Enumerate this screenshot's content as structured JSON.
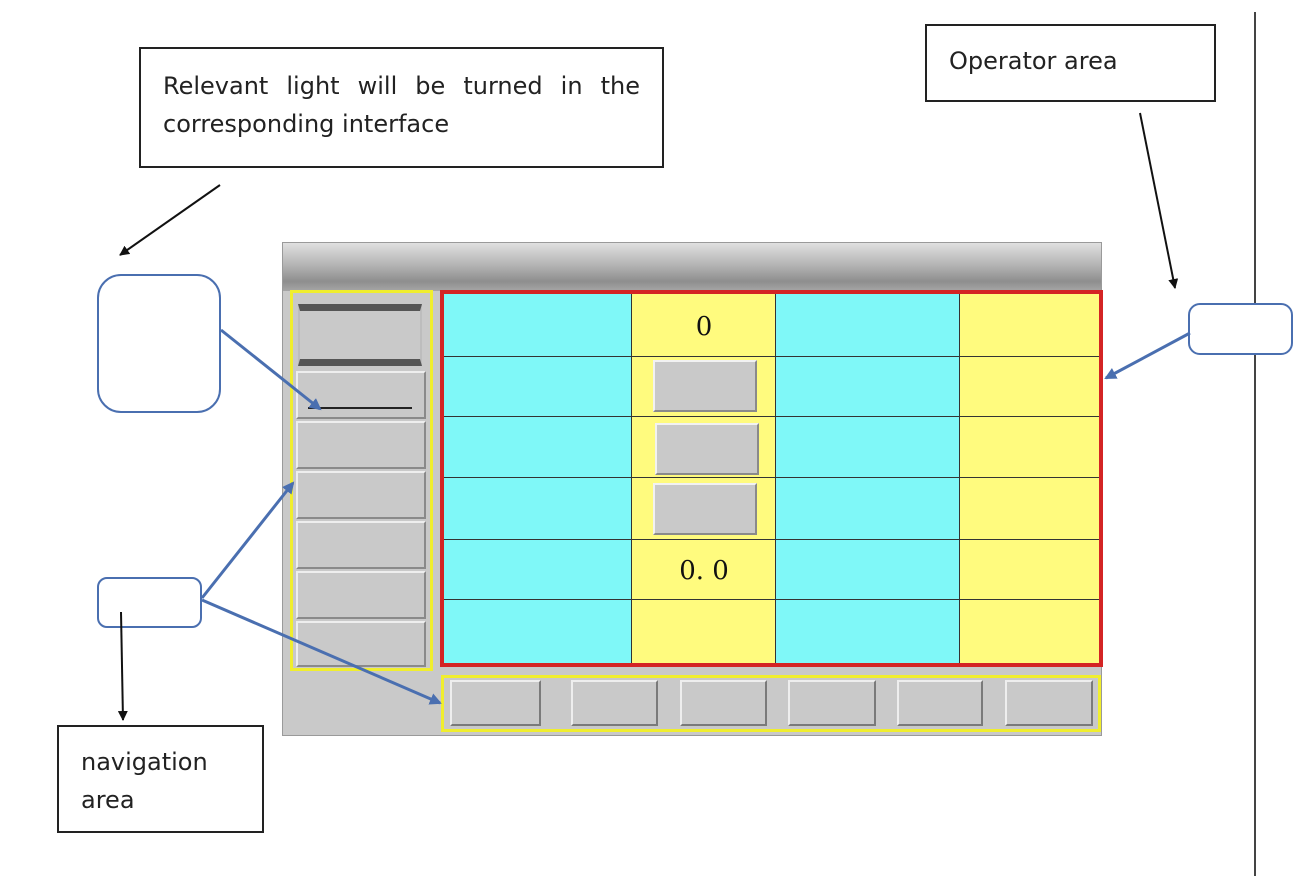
{
  "callouts": {
    "light_line1": "Relevant light will be turned in the",
    "light_line2": "corresponding interface",
    "operator_line1": "Operator area",
    "navigation_line1": "navigation",
    "navigation_line2": "area"
  },
  "operator_grid": {
    "row1_value": "0",
    "row5_value": "0. 0"
  },
  "colors": {
    "operator_area_outline": "#d42424",
    "navigation_outline": "#f0ee2e",
    "cyan_columns": "#7ff8f8",
    "yellow_columns": "#fffb7e",
    "connector_arrows": "#4a6fb0"
  }
}
